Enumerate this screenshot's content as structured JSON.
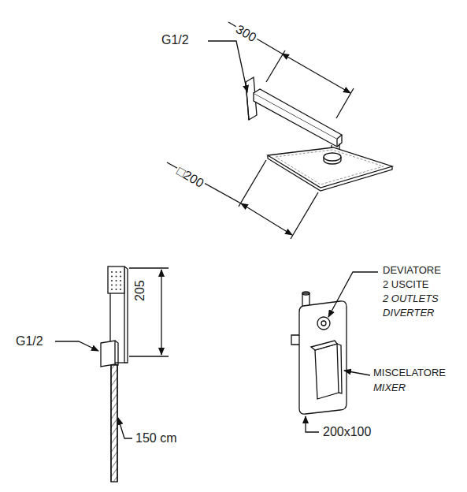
{
  "diagram": {
    "labels": [
      "G1/2",
      "300",
      "□200",
      "205",
      "G1/2",
      "150 cm",
      "DEVIATORE",
      "2 USCITE",
      "2 OUTLETS",
      "DIVERTER",
      "MISCELATORE",
      "MIXER",
      "200x100"
    ]
  }
}
